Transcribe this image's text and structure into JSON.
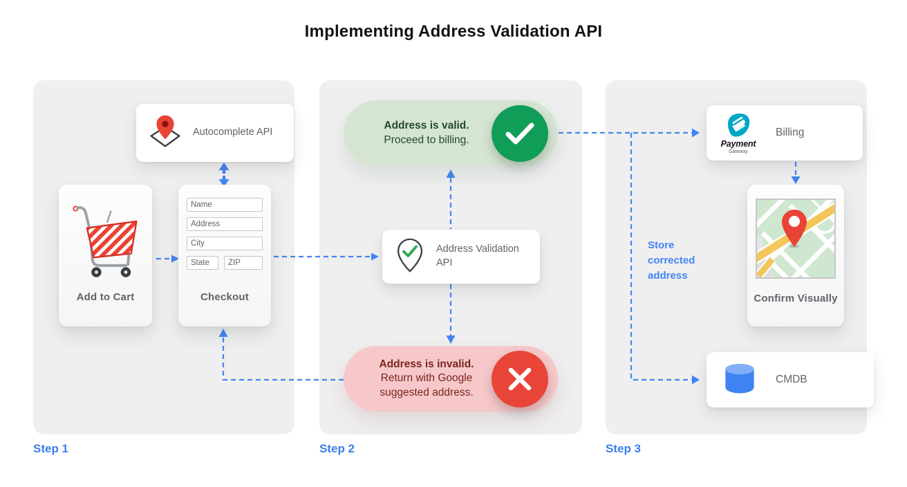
{
  "title": "Implementing Address Validation API",
  "steps": {
    "step1": {
      "label": "Step 1",
      "autocomplete_api": "Autocomplete API",
      "add_to_cart": "Add to Cart",
      "checkout": "Checkout",
      "form_fields": [
        "Name",
        "Address",
        "City",
        "State",
        "ZIP"
      ]
    },
    "step2": {
      "label": "Step 2",
      "valid": {
        "title": "Address is valid.",
        "subtitle": "Proceed to billing."
      },
      "validation_api": "Address Validation API",
      "invalid": {
        "title": "Address is invalid.",
        "subtitle": "Return with Google suggested address."
      }
    },
    "step3": {
      "label": "Step 3",
      "billing": "Billing",
      "payment_logo": {
        "title": "Payment",
        "subtitle": "Gateway"
      },
      "confirm": "Confirm Visually",
      "cmdb": "CMDB",
      "annotation": "Store corrected address"
    }
  },
  "colors": {
    "accent_blue": "#4285f4",
    "success_green": "#109d58",
    "error_red": "#e94438",
    "valid_pill_bg": "#d5e5d2",
    "invalid_pill_bg": "#f6c8c9",
    "panel_bg": "#efeff0"
  }
}
